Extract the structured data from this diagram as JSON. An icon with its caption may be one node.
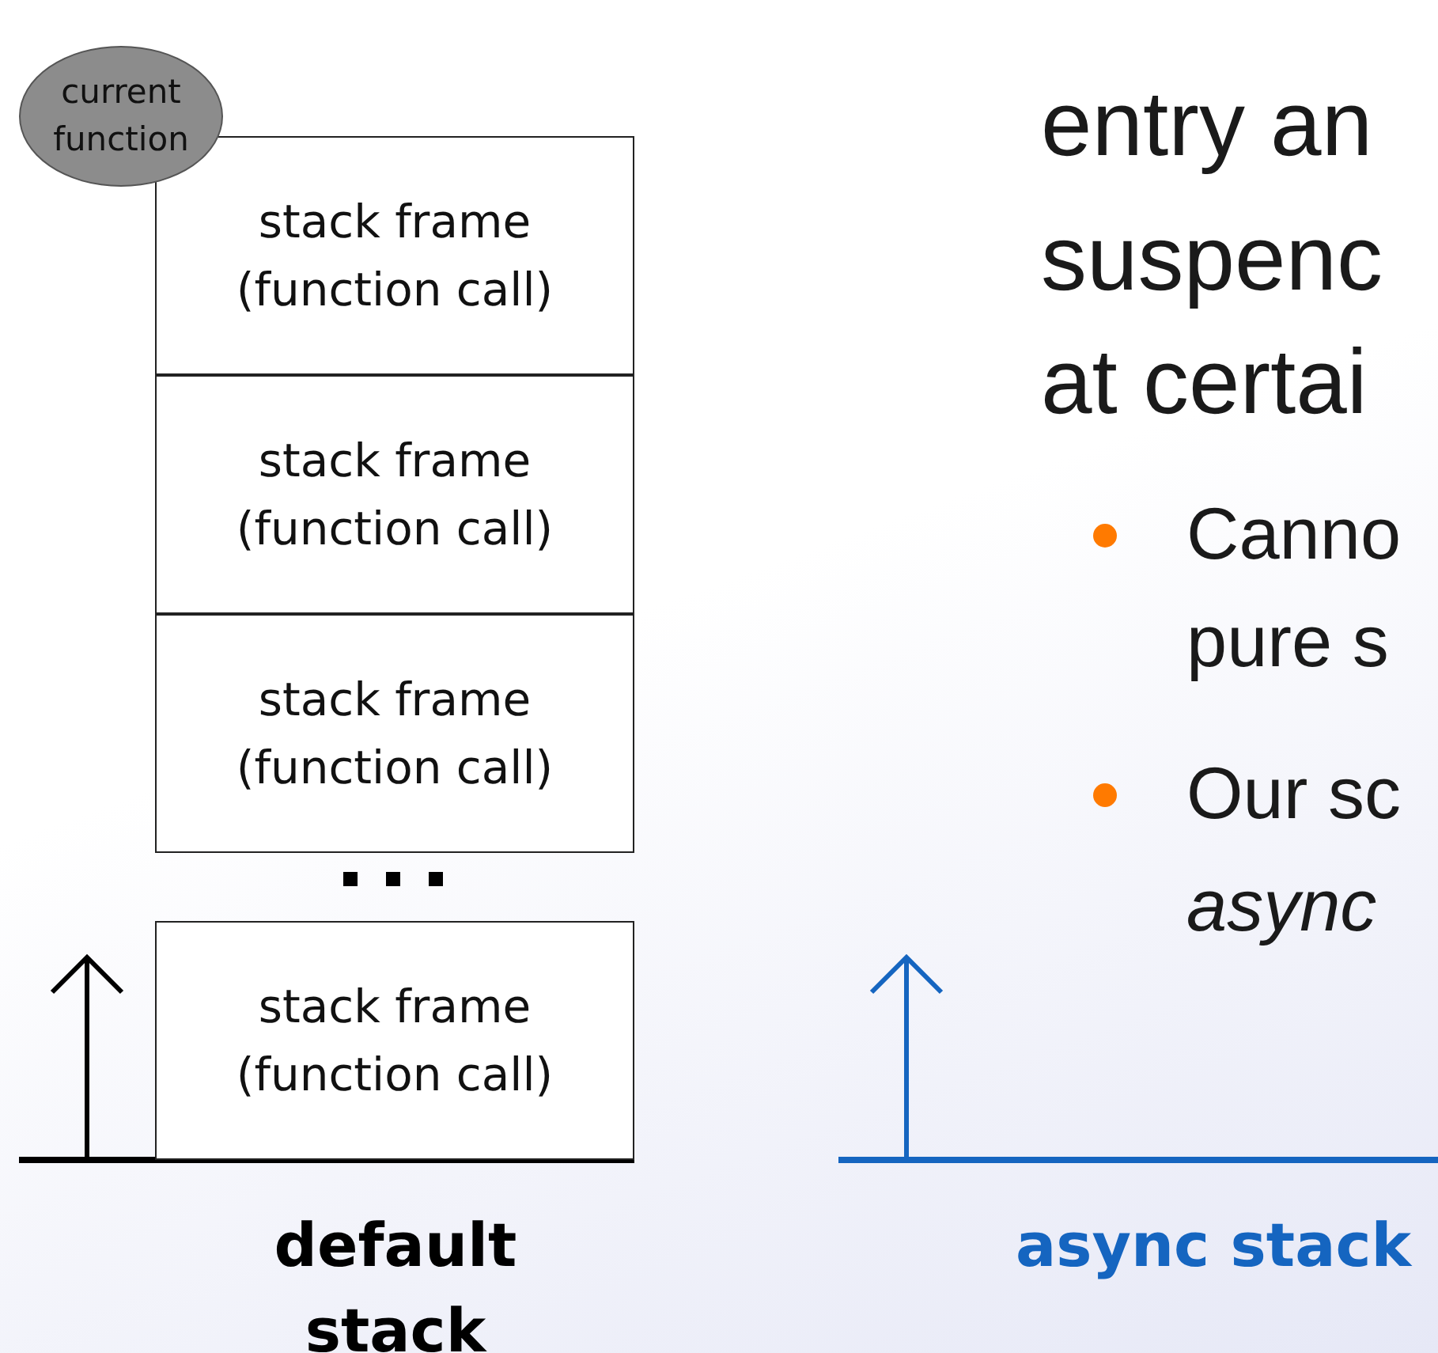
{
  "diagram": {
    "nodes": [
      {
        "text": [
          "current function"
        ]
      },
      {
        "text": [
          "stack frame (function call)"
        ]
      },
      {
        "text": [
          "stack frame (function call)"
        ]
      },
      {
        "text": [
          "stack frame (function call)"
        ]
      },
      {
        "text": [
          "stack frame (function call)"
        ]
      }
    ],
    "labels": [
      "entry an",
      "suspenc",
      "at certai",
      "Canno",
      "pure s",
      "Our sc",
      "async",
      "default stack",
      "async stack"
    ]
  }
}
